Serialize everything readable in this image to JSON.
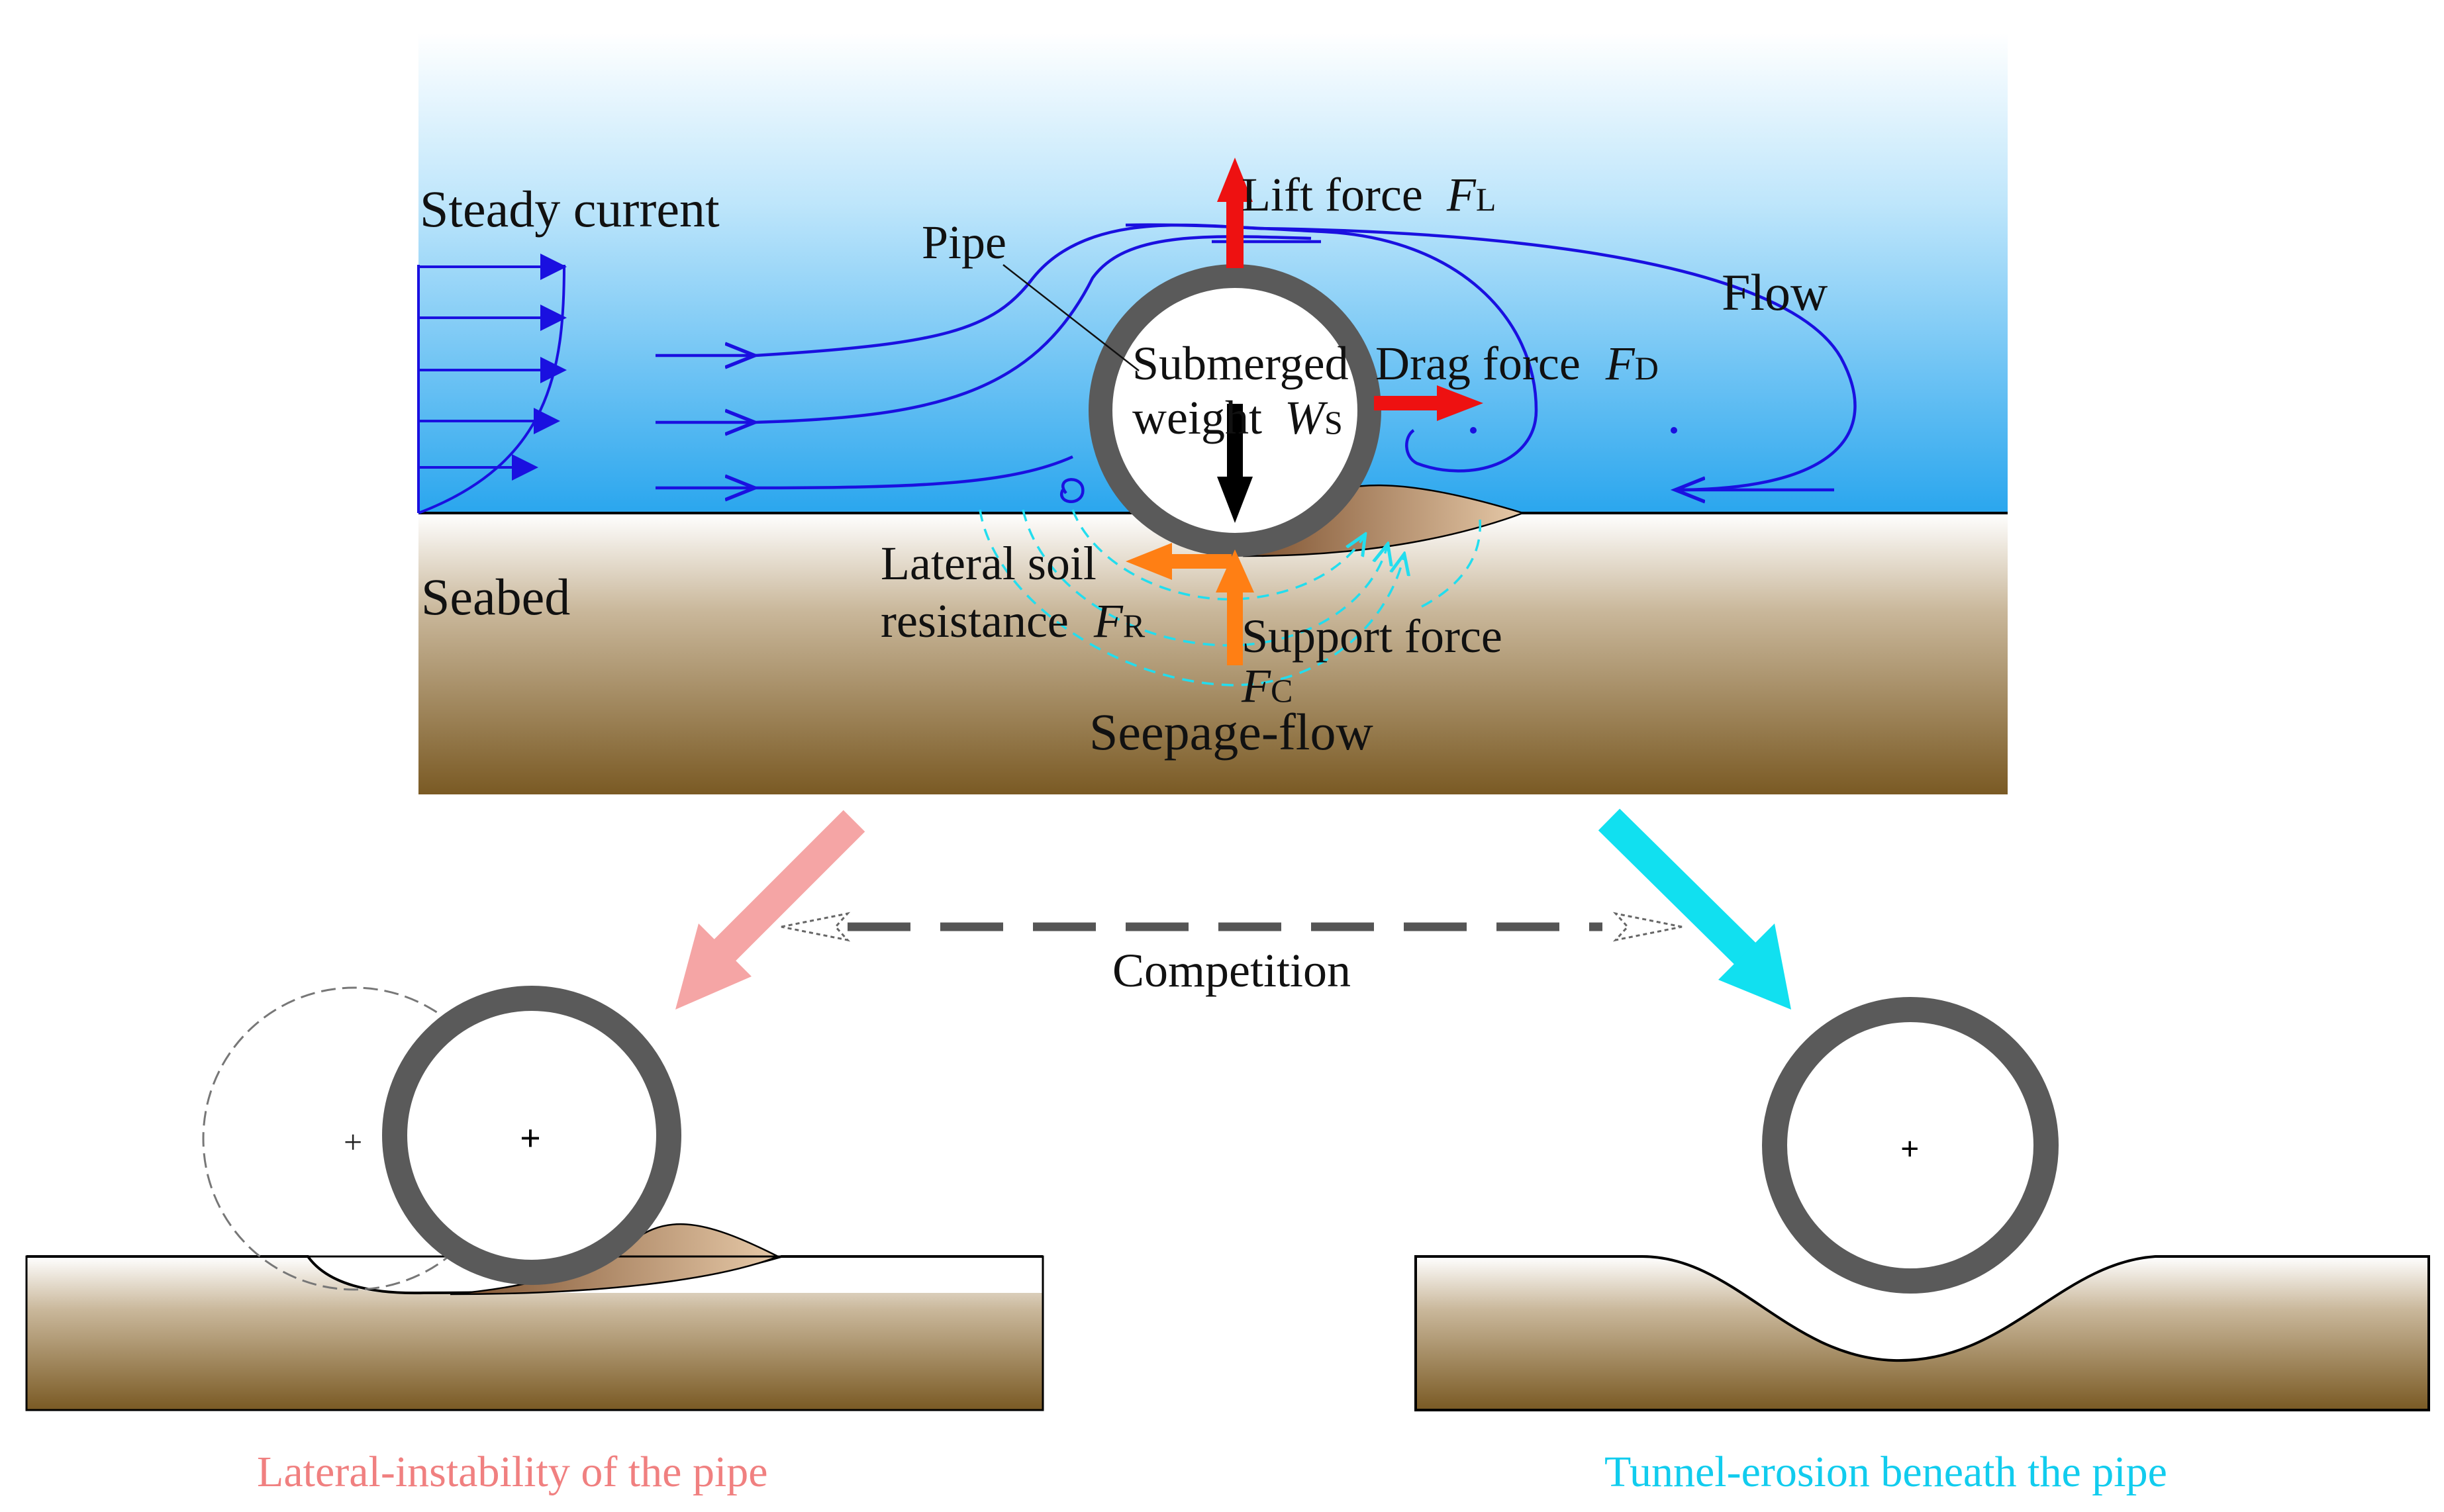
{
  "labels": {
    "steady_current": "Steady current",
    "pipe": "Pipe",
    "lift_force": "Lift force",
    "lift_symbol": "F",
    "lift_sub": "L",
    "flow": "Flow",
    "submerged_line1": "Submerged",
    "submerged_line2": "weight",
    "weight_symbol": "W",
    "weight_sub": "S",
    "drag_force": "Drag force",
    "drag_symbol": "F",
    "drag_sub": "D",
    "seabed": "Seabed",
    "lateral_line1": "Lateral soil",
    "lateral_line2": "resistance",
    "lateral_symbol": "F",
    "lateral_sub": "R",
    "support_force": "Support force",
    "support_symbol": "F",
    "support_sub": "C",
    "seepage_flow": "Seepage-flow",
    "competition": "Competition",
    "outcome_left": "Lateral-instability of the pipe",
    "outcome_right": "Tunnel-erosion beneath the pipe"
  },
  "colors": {
    "water_top": "#ffffff",
    "water_bottom": "#2aa6ee",
    "seabed_top": "#ffffff",
    "seabed_bottom": "#7a5a24",
    "pipe_wall": "#5a5a5a",
    "streamline": "#1a10e0",
    "lift_arrow": "#ee1111",
    "drag_arrow": "#ee1111",
    "weight_arrow": "#000000",
    "soil_force_arrow": "#ff7f14",
    "seepage": "#22ddee",
    "scour_mound": "#a8744a",
    "left_outcome": "#f08080",
    "right_outcome": "#11ccee",
    "competition_line": "#555555"
  }
}
